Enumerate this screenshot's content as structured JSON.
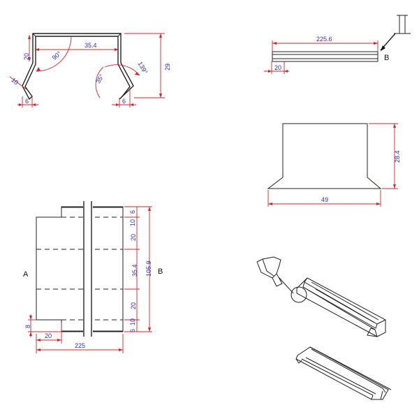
{
  "profile_view": {
    "dim_width": "35.4",
    "dim_side": "20",
    "dim_lip": "10",
    "dim_foot_left": "6",
    "dim_foot_right": "6",
    "dim_height": "29",
    "angle_right": "90°",
    "angle_bend": "35°",
    "angle_open": "139°"
  },
  "top_right_view": {
    "dim_length": "225.6",
    "dim_end": "20",
    "marker_label": "B"
  },
  "front_view": {
    "dim_height": "28.4",
    "dim_width": "49"
  },
  "plan_view": {
    "label_left": "A",
    "label_right": "B",
    "dim_total_length": "225",
    "dim_tab_width": "20",
    "dim_tab_height": "8",
    "dim_total_height": "105.9",
    "stack_dims": [
      "6",
      "10",
      "20",
      "35.4",
      "20",
      "10",
      "6"
    ]
  }
}
